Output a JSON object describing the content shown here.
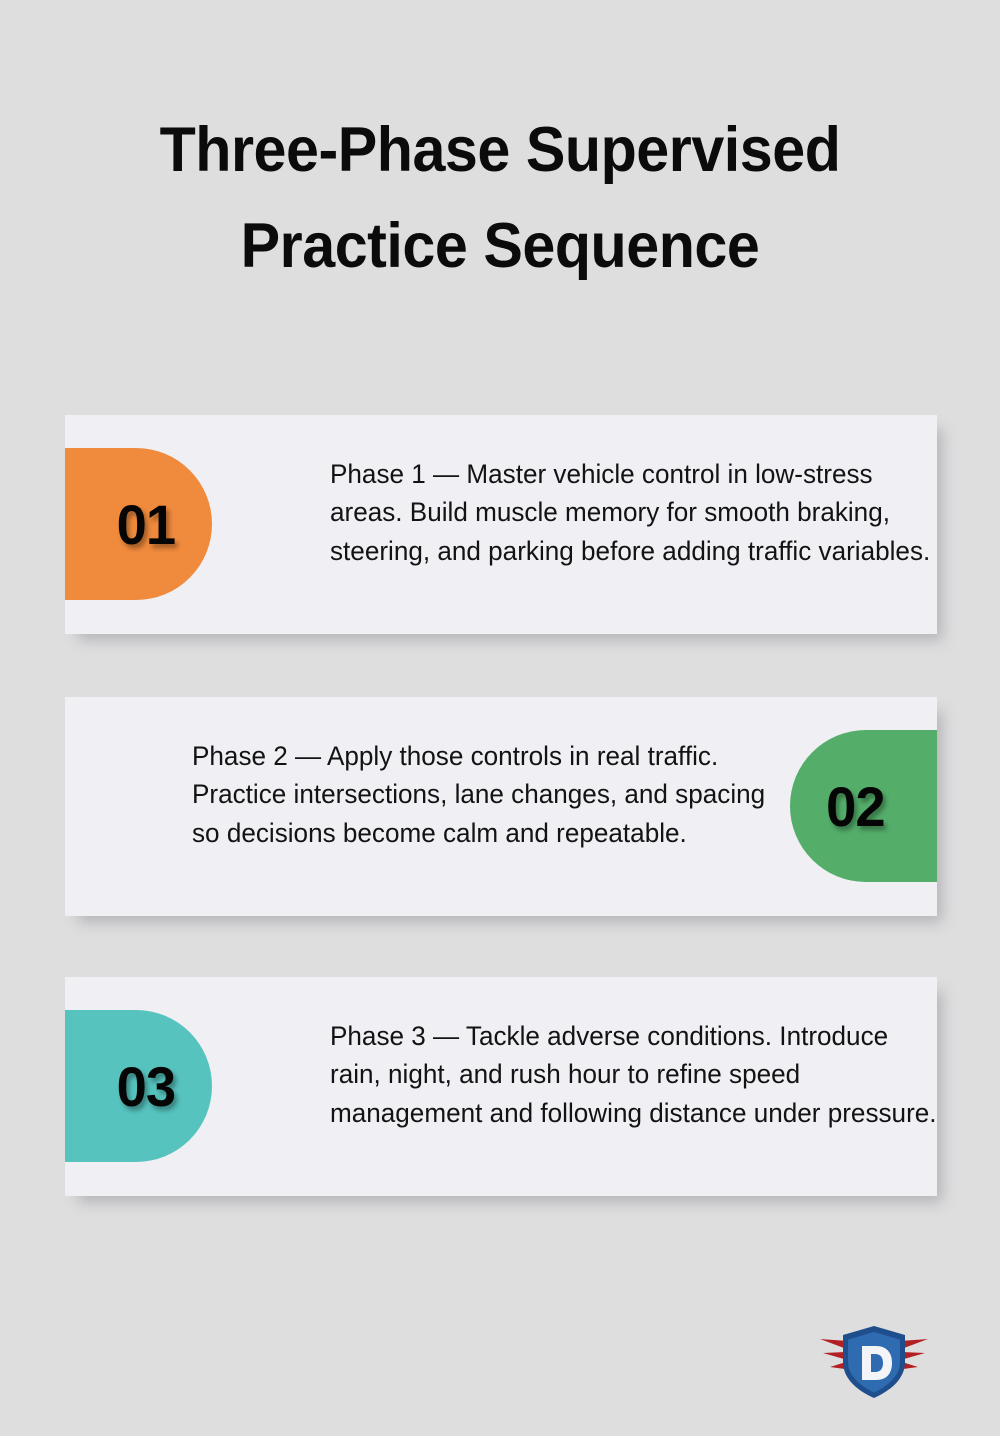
{
  "page": {
    "background_color": "#dededf",
    "card_background_color": "#efeff4"
  },
  "header": {
    "title_line_1": "Three-Phase Supervised",
    "title_line_2": "Practice Sequence",
    "title_full": "Three-Phase Supervised Practice Sequence"
  },
  "cards": [
    {
      "number": "01",
      "badge_color": "#f08a3c",
      "badge_side": "left",
      "text": "Phase 1 — Master vehicle control in low-stress areas. Build muscle memory for smooth braking, steering, and parking before adding traffic variables."
    },
    {
      "number": "02",
      "badge_color": "#54ae6a",
      "badge_side": "right",
      "text": "Phase 2 — Apply those controls in real traffic. Practice intersections, lane changes, and spacing so decisions become calm and repeatable."
    },
    {
      "number": "03",
      "badge_color": "#56c3be",
      "badge_side": "left",
      "text": "Phase 3 — Tackle adverse conditions. Introduce rain, night, and rush hour to refine speed management and following distance under pressure."
    }
  ],
  "logo": {
    "letter": "D",
    "shield_outer_color": "#1f4e8c",
    "shield_inner_color": "#2f6bb0",
    "wing_color": "#b32024",
    "letter_color": "#f2f4f7"
  }
}
